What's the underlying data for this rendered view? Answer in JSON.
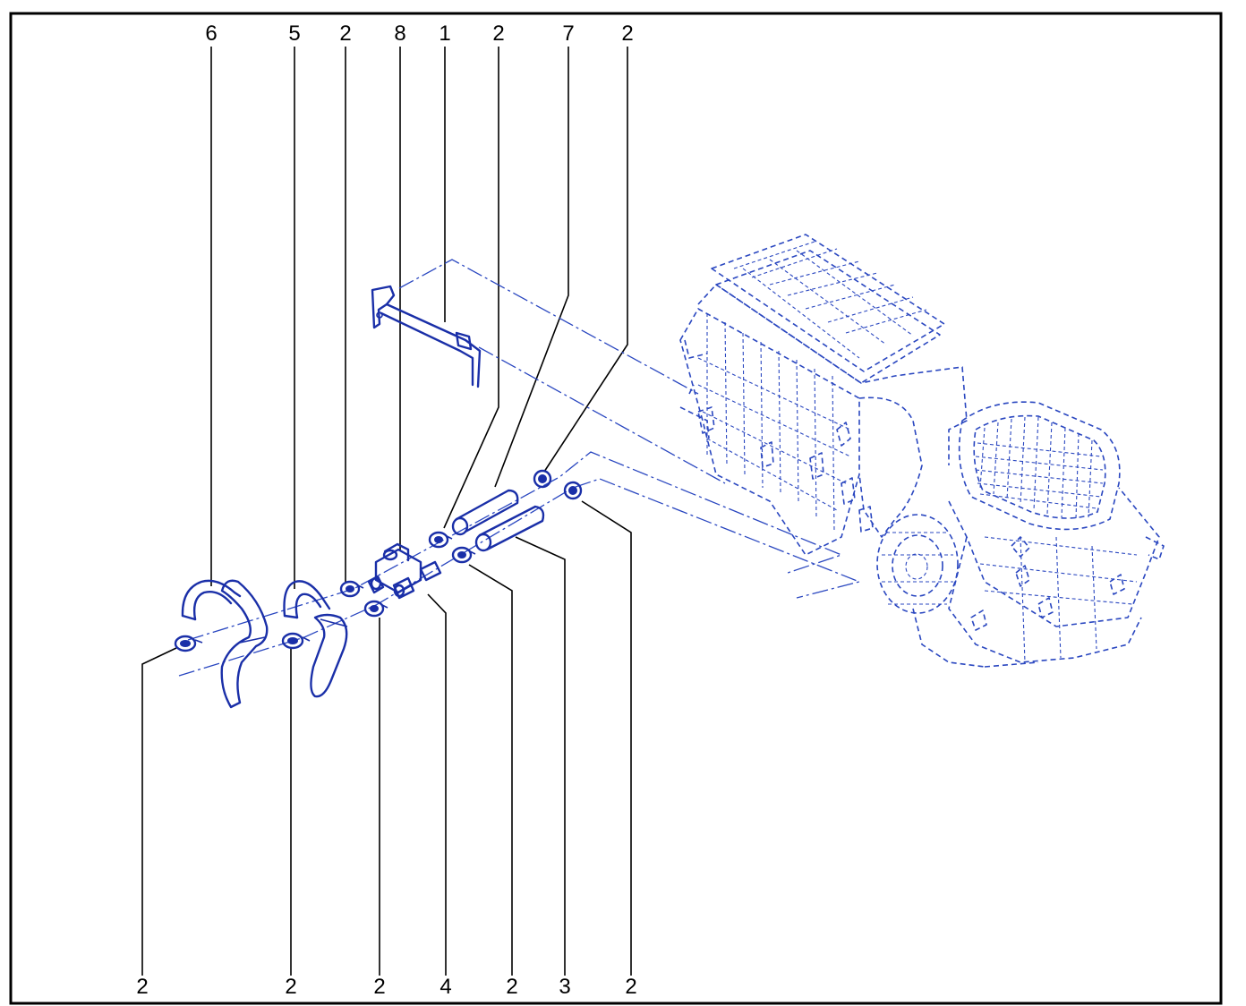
{
  "callouts_top": [
    "6",
    "5",
    "2",
    "8",
    "1",
    "2",
    "7",
    "2"
  ],
  "callouts_bottom": [
    "2",
    "2",
    "2",
    "4",
    "2",
    "3",
    "2"
  ],
  "colors": {
    "part": "#1a2fa8",
    "ghost": "#2a47c0",
    "frame": "#000000"
  }
}
